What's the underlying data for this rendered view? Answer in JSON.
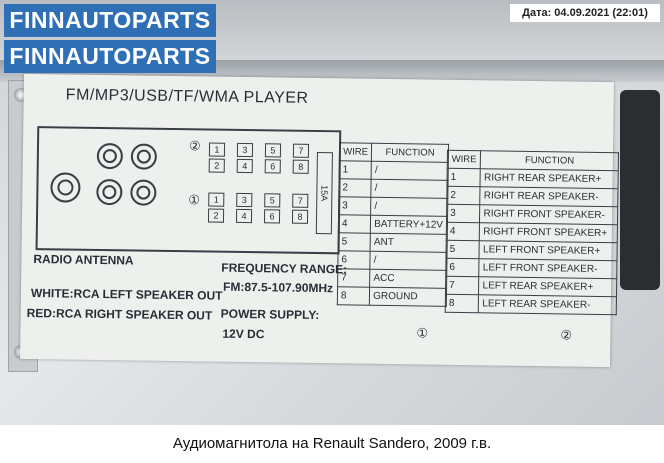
{
  "watermark": {
    "logo_line1": "FINNAUTOPARTS",
    "logo_line2": "FINNAUTOPARTS",
    "date": "Дата: 04.09.2021 (22:01)"
  },
  "label": {
    "title": "FM/MP3/USB/TF/WMA PLAYER",
    "connector2_mark": "②",
    "connector1_mark": "①",
    "connector2_pins": [
      "1",
      "3",
      "5",
      "7",
      "2",
      "4",
      "6",
      "8"
    ],
    "connector1_pins": [
      "1",
      "3",
      "5",
      "7",
      "2",
      "4",
      "6",
      "8"
    ],
    "fuse": "15A",
    "radio_antenna": "RADIO ANTENNA",
    "white_rca": "WHITE:RCA LEFT SPEAKER OUT",
    "red_rca": "RED:RCA RIGHT SPEAKER OUT",
    "freq_range_label": "FREQUENCY RANGE:",
    "freq_range_value": "FM:87.5-107.90MHz",
    "power_label": "POWER SUPPLY:",
    "power_value": "12V DC",
    "table1": {
      "headers": [
        "WIRE",
        "FUNCTION"
      ],
      "rows": [
        [
          "1",
          "/"
        ],
        [
          "2",
          "/"
        ],
        [
          "3",
          "/"
        ],
        [
          "4",
          "BATTERY+12V"
        ],
        [
          "5",
          "ANT"
        ],
        [
          "6",
          "/"
        ],
        [
          "7",
          "ACC"
        ],
        [
          "8",
          "GROUND"
        ]
      ],
      "footer": "①"
    },
    "table2": {
      "headers": [
        "WIRE",
        "FUNCTION"
      ],
      "rows": [
        [
          "1",
          "RIGHT REAR SPEAKER+"
        ],
        [
          "2",
          "RIGHT REAR SPEAKER-"
        ],
        [
          "3",
          "RIGHT FRONT SPEAKER-"
        ],
        [
          "4",
          "RIGHT FRONT SPEAKER+"
        ],
        [
          "5",
          "LEFT FRONT SPEAKER+"
        ],
        [
          "6",
          "LEFT FRONT SPEAKER-"
        ],
        [
          "7",
          "LEFT REAR SPEAKER+"
        ],
        [
          "8",
          "LEFT REAR SPEAKER-"
        ]
      ],
      "footer": "②"
    }
  },
  "caption": "Аудиомагнитола на Renault Sandero, 2009 г.в."
}
